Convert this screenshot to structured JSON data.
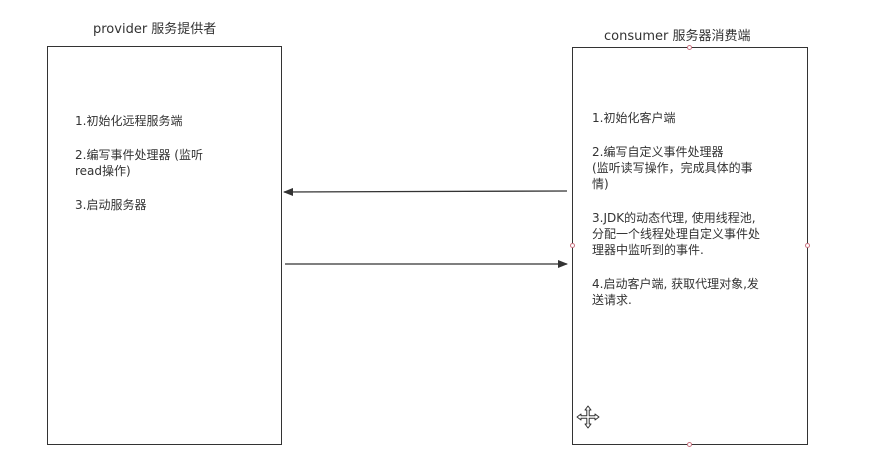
{
  "provider": {
    "title": "provider 服务提供者",
    "steps": [
      "1.初始化远程服务端",
      "2.编写事件处理器 (监听\nread操作)",
      "3.启动服务器"
    ]
  },
  "consumer": {
    "title": "consumer 服务器消费端",
    "steps": [
      "1.初始化客户端",
      "2.编写自定义事件处理器\n(监听读写操作，完成具体的事\n情)",
      "3.JDK的动态代理, 使用线程池,\n分配一个线程处理自定义事件处\n理器中监听到的事件.",
      "4.启动客户端, 获取代理对象,发\n送请求."
    ]
  },
  "colors": {
    "line": "#333333",
    "handle": "#c8717f"
  },
  "icons": {
    "cursor": "move-cursor-icon"
  }
}
